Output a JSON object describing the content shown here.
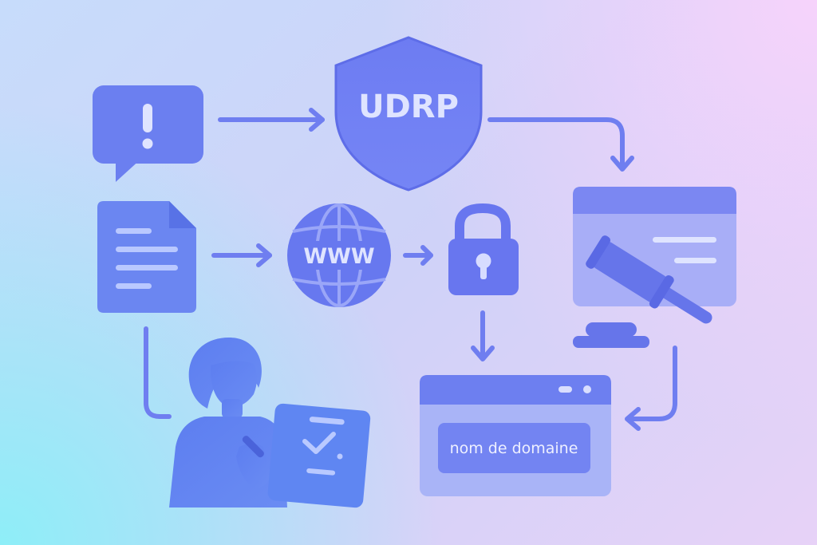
{
  "shield": {
    "label": "UDRP"
  },
  "globe": {
    "label": "WWW"
  },
  "domain_window": {
    "label": "nom de domaine"
  },
  "icons": {
    "complaint": "chat-bubble-exclamation-icon",
    "document": "document-icon",
    "shield": "shield-icon",
    "globe": "globe-icon",
    "lock": "padlock-icon",
    "court": "browser-window-gavel-icon",
    "domain": "browser-window-domain-icon",
    "person": "person-with-clipboard-icon"
  },
  "colors": {
    "primary": "#6b7ff0",
    "primary_dark": "#5a6ae8",
    "light_text": "#dfe4ff",
    "background_start": "#8eeef8",
    "background_end": "#f6d3fb"
  }
}
